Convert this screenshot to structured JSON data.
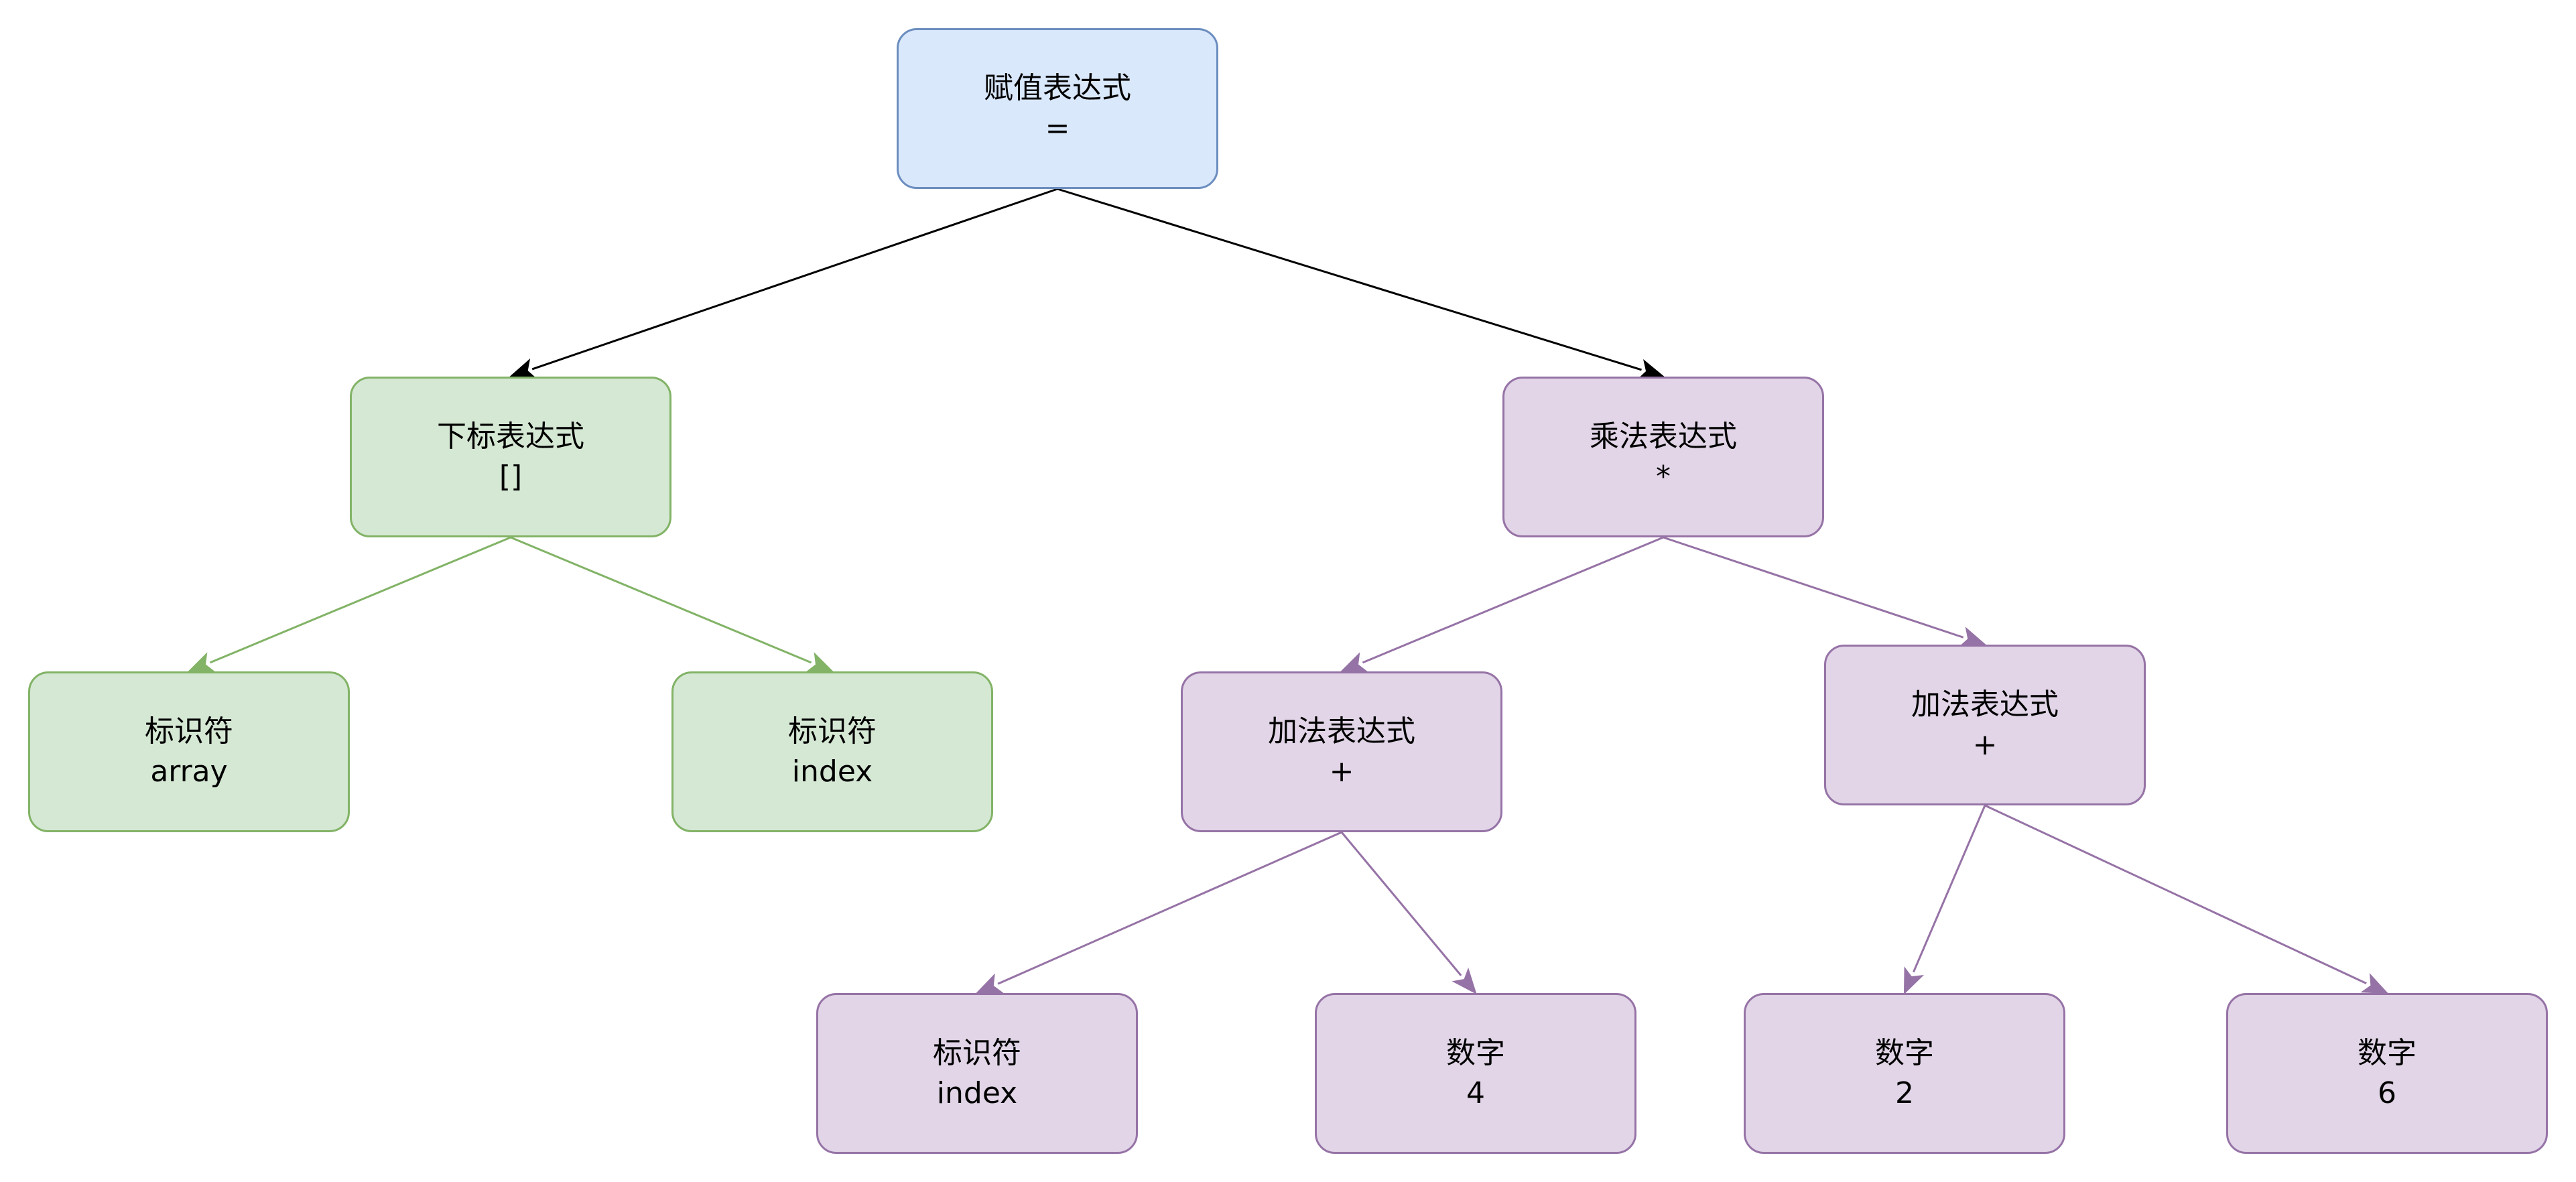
{
  "diagram": {
    "nodes": [
      {
        "id": "assign",
        "label": "赋值表达式",
        "value": "=",
        "style": "blue"
      },
      {
        "id": "subscript",
        "label": "下标表达式",
        "value": "[]",
        "style": "green"
      },
      {
        "id": "ident_array",
        "label": "标识符",
        "value": "array",
        "style": "green"
      },
      {
        "id": "ident_index",
        "label": "标识符",
        "value": "index",
        "style": "green"
      },
      {
        "id": "mult",
        "label": "乘法表达式",
        "value": "*",
        "style": "purple"
      },
      {
        "id": "add_left",
        "label": "加法表达式",
        "value": "+",
        "style": "purple"
      },
      {
        "id": "add_right",
        "label": "加法表达式",
        "value": "+",
        "style": "purple"
      },
      {
        "id": "ident_index2",
        "label": "标识符",
        "value": "index",
        "style": "purple"
      },
      {
        "id": "num4",
        "label": "数字",
        "value": "4",
        "style": "purple"
      },
      {
        "id": "num2",
        "label": "数字",
        "value": "2",
        "style": "purple"
      },
      {
        "id": "num6",
        "label": "数字",
        "value": "6",
        "style": "purple"
      }
    ],
    "edges": [
      {
        "from": "assign",
        "to": "subscript",
        "color": "#000000"
      },
      {
        "from": "assign",
        "to": "mult",
        "color": "#000000"
      },
      {
        "from": "subscript",
        "to": "ident_array",
        "color": "#82b366"
      },
      {
        "from": "subscript",
        "to": "ident_index",
        "color": "#82b366"
      },
      {
        "from": "mult",
        "to": "add_left",
        "color": "#9673a6"
      },
      {
        "from": "mult",
        "to": "add_right",
        "color": "#9673a6"
      },
      {
        "from": "add_left",
        "to": "ident_index2",
        "color": "#9673a6"
      },
      {
        "from": "add_left",
        "to": "num4",
        "color": "#9673a6"
      },
      {
        "from": "add_right",
        "to": "num2",
        "color": "#9673a6"
      },
      {
        "from": "add_right",
        "to": "num6",
        "color": "#9673a6"
      }
    ],
    "colors": {
      "blue_fill": "#dae8fc",
      "blue_stroke": "#6c8ebf",
      "green_fill": "#d5e8d4",
      "green_stroke": "#82b366",
      "purple_fill": "#e1d5e7",
      "purple_stroke": "#9673a6"
    }
  }
}
